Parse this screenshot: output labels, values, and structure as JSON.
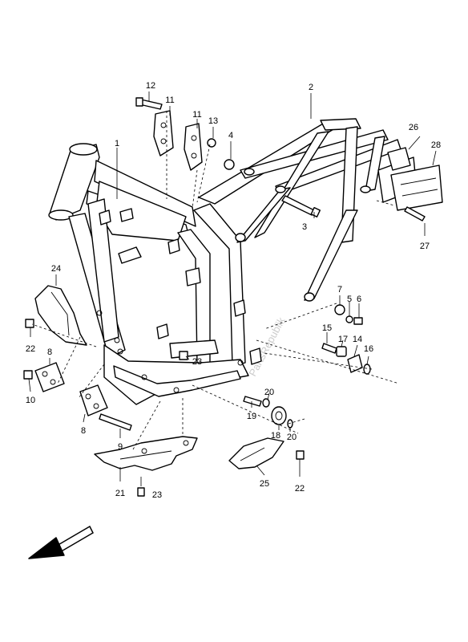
{
  "diagram": {
    "callouts": [
      "1",
      "2",
      "3",
      "4",
      "5",
      "6",
      "7",
      "8",
      "8",
      "9",
      "10",
      "11",
      "11",
      "12",
      "13",
      "14",
      "15",
      "16",
      "17",
      "18",
      "19",
      "20",
      "20",
      "21",
      "22",
      "22",
      "23",
      "23",
      "24",
      "25",
      "26",
      "27",
      "28"
    ]
  },
  "watermark": "PartsRepublik",
  "icons": {
    "direction": "front-direction-arrow-icon"
  }
}
